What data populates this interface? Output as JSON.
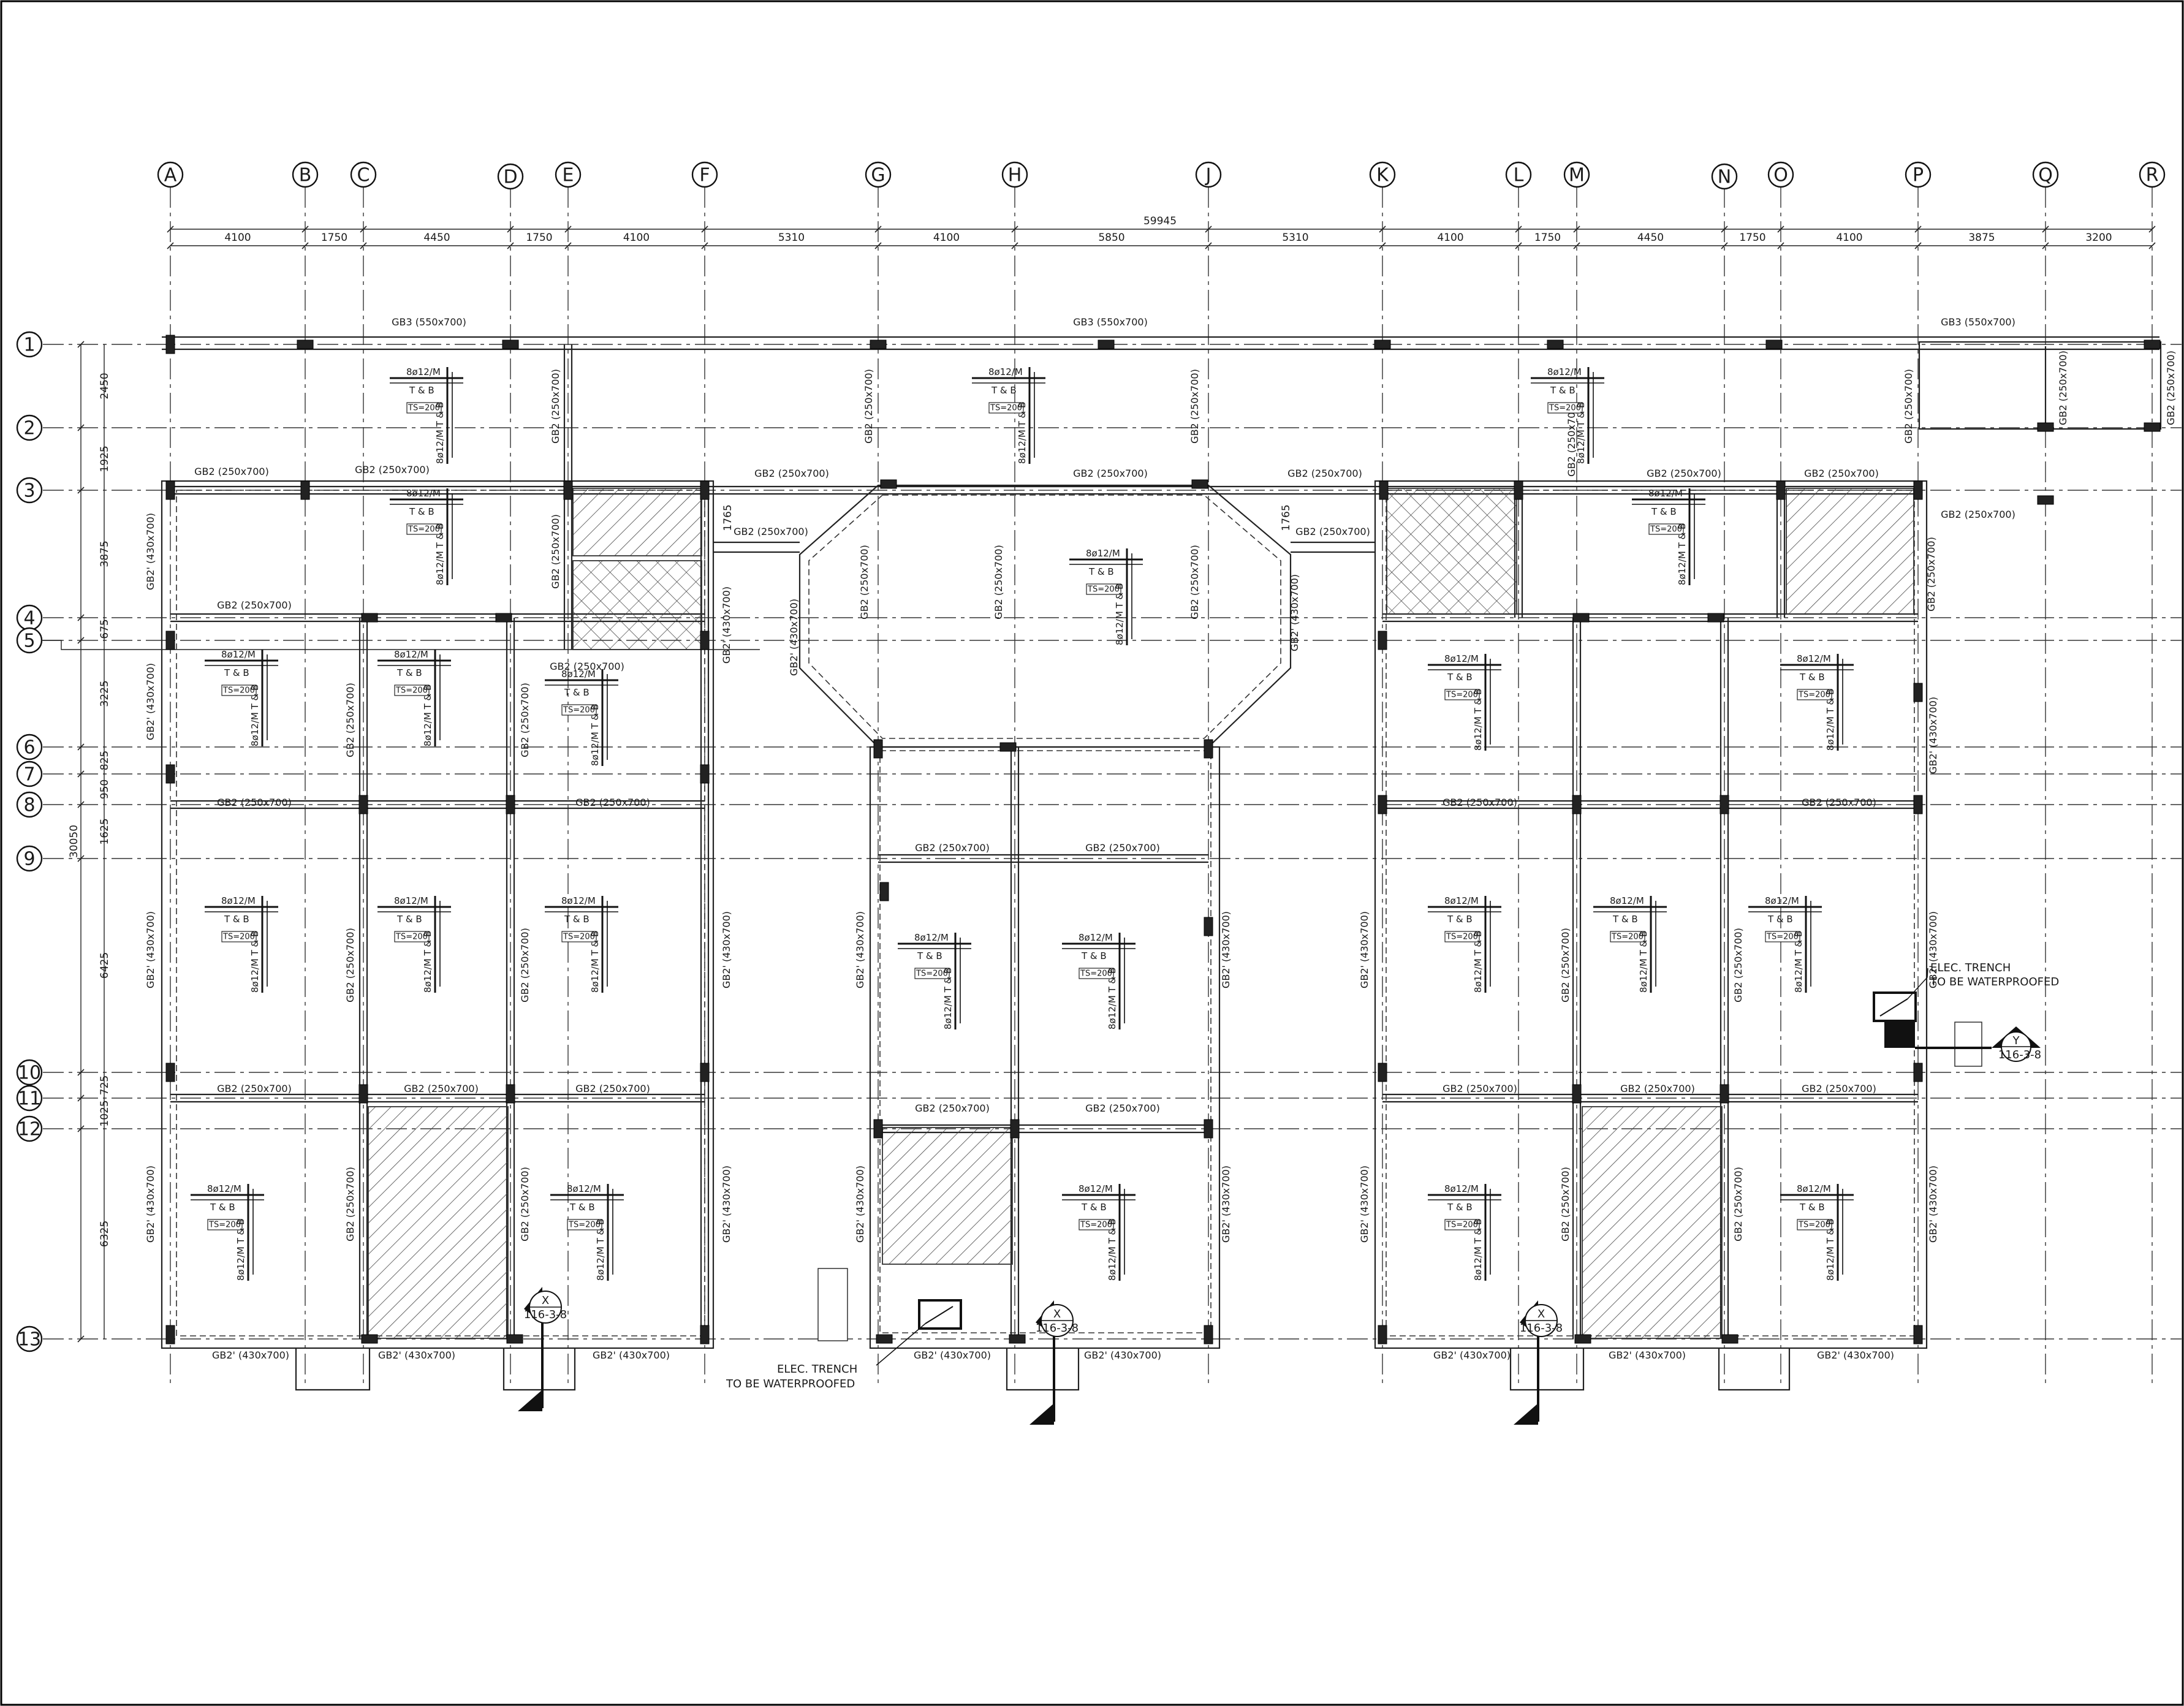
{
  "plan": {
    "grid_columns": [
      "A",
      "B",
      "C",
      "D",
      "E",
      "F",
      "G",
      "H",
      "J",
      "K",
      "L",
      "M",
      "N",
      "O",
      "P",
      "Q",
      "R"
    ],
    "grid_rows": [
      "1",
      "2",
      "3",
      "4",
      "5",
      "6",
      "7",
      "8",
      "9",
      "10",
      "11",
      "12",
      "13"
    ],
    "overall_width_dim": "59945",
    "overall_depth_dim": "30050",
    "column_spacings": [
      "4100",
      "1750",
      "4450",
      "1750",
      "4100",
      "5310",
      "4100",
      "5850",
      "5310",
      "4100",
      "1750",
      "4450",
      "1750",
      "4100",
      "3875",
      "3200"
    ],
    "row_spacings": [
      "2450",
      "1925",
      "3875",
      "675",
      "3225",
      "825",
      "950",
      "1625",
      "6425",
      "725",
      "1025",
      "6325"
    ],
    "stair_offsets": [
      "1765",
      "1765"
    ]
  },
  "beam_labels": {
    "gb3": "GB3 (550x700)",
    "gb2": "GB2 (250x700)",
    "gb2p": "GB2' (430x700)"
  },
  "slab_rebar": {
    "main": "8ø12/M",
    "layer": "T & B",
    "vertical": "8ø12/M T & B",
    "ts": "TS=200"
  },
  "notes": {
    "elec_trench_1": "ELEC. TRENCH",
    "elec_trench_2": "TO BE WATERPROOFED"
  },
  "sections": {
    "x_letter": "X",
    "y_letter": "Y",
    "ref": "116-3-8"
  }
}
